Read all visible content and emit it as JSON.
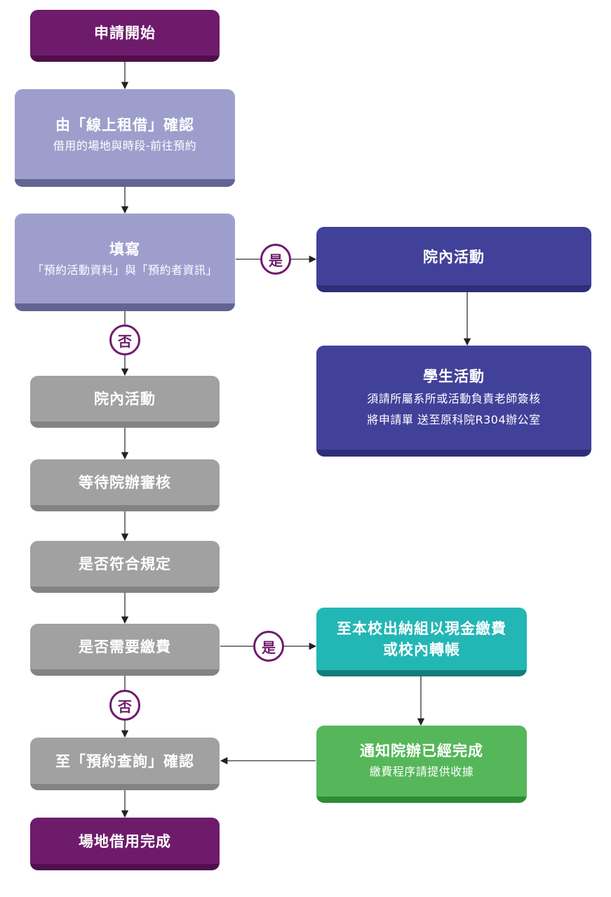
{
  "diagram": {
    "type": "flowchart",
    "language": "zh-TW",
    "nodes": {
      "start": {
        "title": "申請開始",
        "color": "#6e1b6b"
      },
      "confirm_online": {
        "title": "由「線上租借」確認",
        "subtitle": "借用的場地與時段-前往預約",
        "color": "#9e9ecd"
      },
      "fill_form": {
        "title": "填寫",
        "subtitle": "「預約活動資料」與「預約者資訊」",
        "color": "#9e9ecd"
      },
      "internal_yes": {
        "title": "院內活動",
        "color": "#42419a"
      },
      "student_activity": {
        "title": "學生活動",
        "lines": [
          "須請所屬系所或活動負責老師簽核",
          "將申請單 送至原科院R304辦公室"
        ],
        "color": "#42419a"
      },
      "internal_no": {
        "title": "院內活動",
        "color": "#a1a1a1"
      },
      "await_review": {
        "title": "等待院辦審核",
        "color": "#a1a1a1"
      },
      "compliance": {
        "title": "是否符合規定",
        "color": "#a1a1a1"
      },
      "payment_needed": {
        "title": "是否需要繳費",
        "color": "#a1a1a1"
      },
      "pay_cash": {
        "lines": [
          "至本校出納組以現金繳費",
          "或校內轉帳"
        ],
        "color": "#22b6b5"
      },
      "notify_office": {
        "title": "通知院辦已經完成",
        "subtitle": "繳費程序請提供收據",
        "color": "#55b75a"
      },
      "confirm_query": {
        "title": "至「預約查詢」確認",
        "color": "#a1a1a1"
      },
      "done": {
        "title": "場地借用完成",
        "color": "#6e1b6b"
      }
    },
    "badges": {
      "yes_label": "是",
      "no_label": "否",
      "color": "#6e1b6b"
    },
    "edges": [
      {
        "from": "start",
        "to": "confirm_online"
      },
      {
        "from": "confirm_online",
        "to": "fill_form"
      },
      {
        "from": "fill_form",
        "to": "internal_yes",
        "label": "是"
      },
      {
        "from": "fill_form",
        "to": "internal_no",
        "label": "否"
      },
      {
        "from": "internal_yes",
        "to": "student_activity"
      },
      {
        "from": "internal_no",
        "to": "await_review"
      },
      {
        "from": "await_review",
        "to": "compliance"
      },
      {
        "from": "compliance",
        "to": "payment_needed"
      },
      {
        "from": "payment_needed",
        "to": "pay_cash",
        "label": "是"
      },
      {
        "from": "payment_needed",
        "to": "confirm_query",
        "label": "否"
      },
      {
        "from": "pay_cash",
        "to": "notify_office"
      },
      {
        "from": "notify_office",
        "to": "confirm_query"
      },
      {
        "from": "confirm_query",
        "to": "done"
      }
    ]
  }
}
